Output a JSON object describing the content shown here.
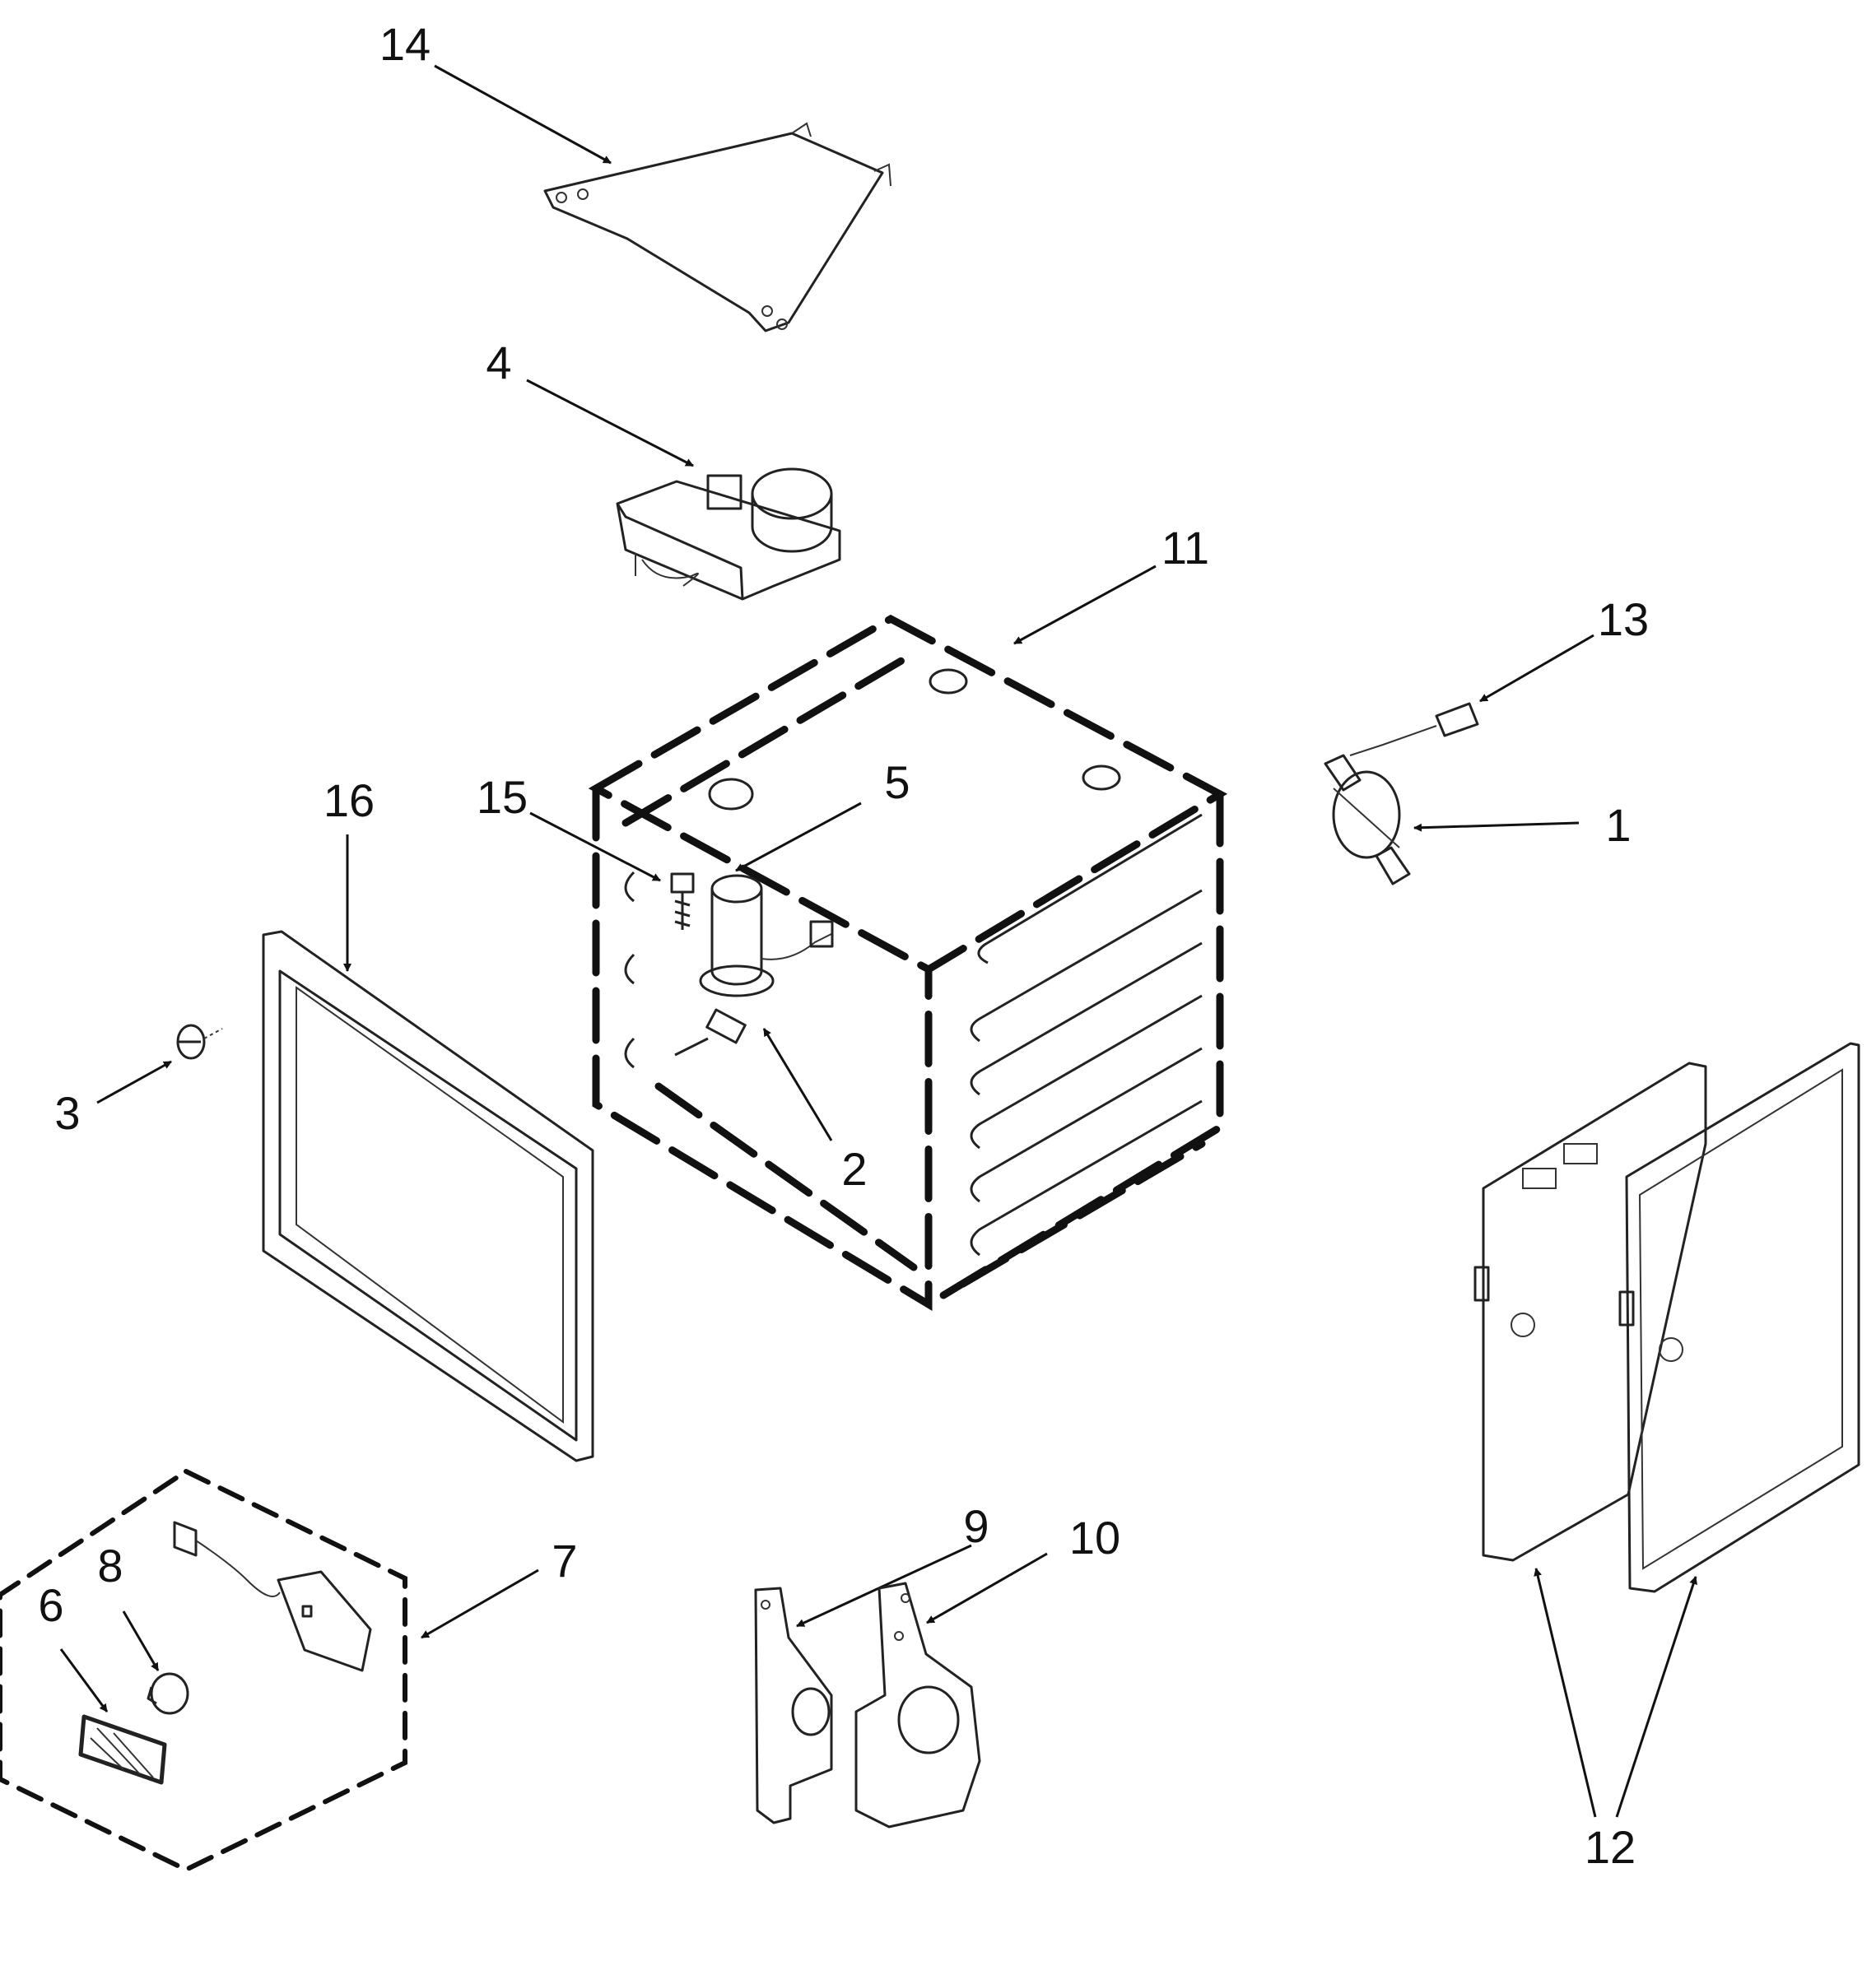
{
  "diagram": {
    "callouts": [
      {
        "id": "c14",
        "text": "14"
      },
      {
        "id": "c4",
        "text": "4"
      },
      {
        "id": "c11",
        "text": "11"
      },
      {
        "id": "c13",
        "text": "13"
      },
      {
        "id": "c1",
        "text": "1"
      },
      {
        "id": "c16",
        "text": "16"
      },
      {
        "id": "c15",
        "text": "15"
      },
      {
        "id": "c5",
        "text": "5"
      },
      {
        "id": "c3",
        "text": "3"
      },
      {
        "id": "c2",
        "text": "2"
      },
      {
        "id": "c7",
        "text": "7"
      },
      {
        "id": "c8",
        "text": "8"
      },
      {
        "id": "c6",
        "text": "6"
      },
      {
        "id": "c9",
        "text": "9"
      },
      {
        "id": "c10",
        "text": "10"
      },
      {
        "id": "c12",
        "text": "12"
      }
    ],
    "colors": {
      "line": "#111111",
      "background": "#ffffff"
    }
  }
}
